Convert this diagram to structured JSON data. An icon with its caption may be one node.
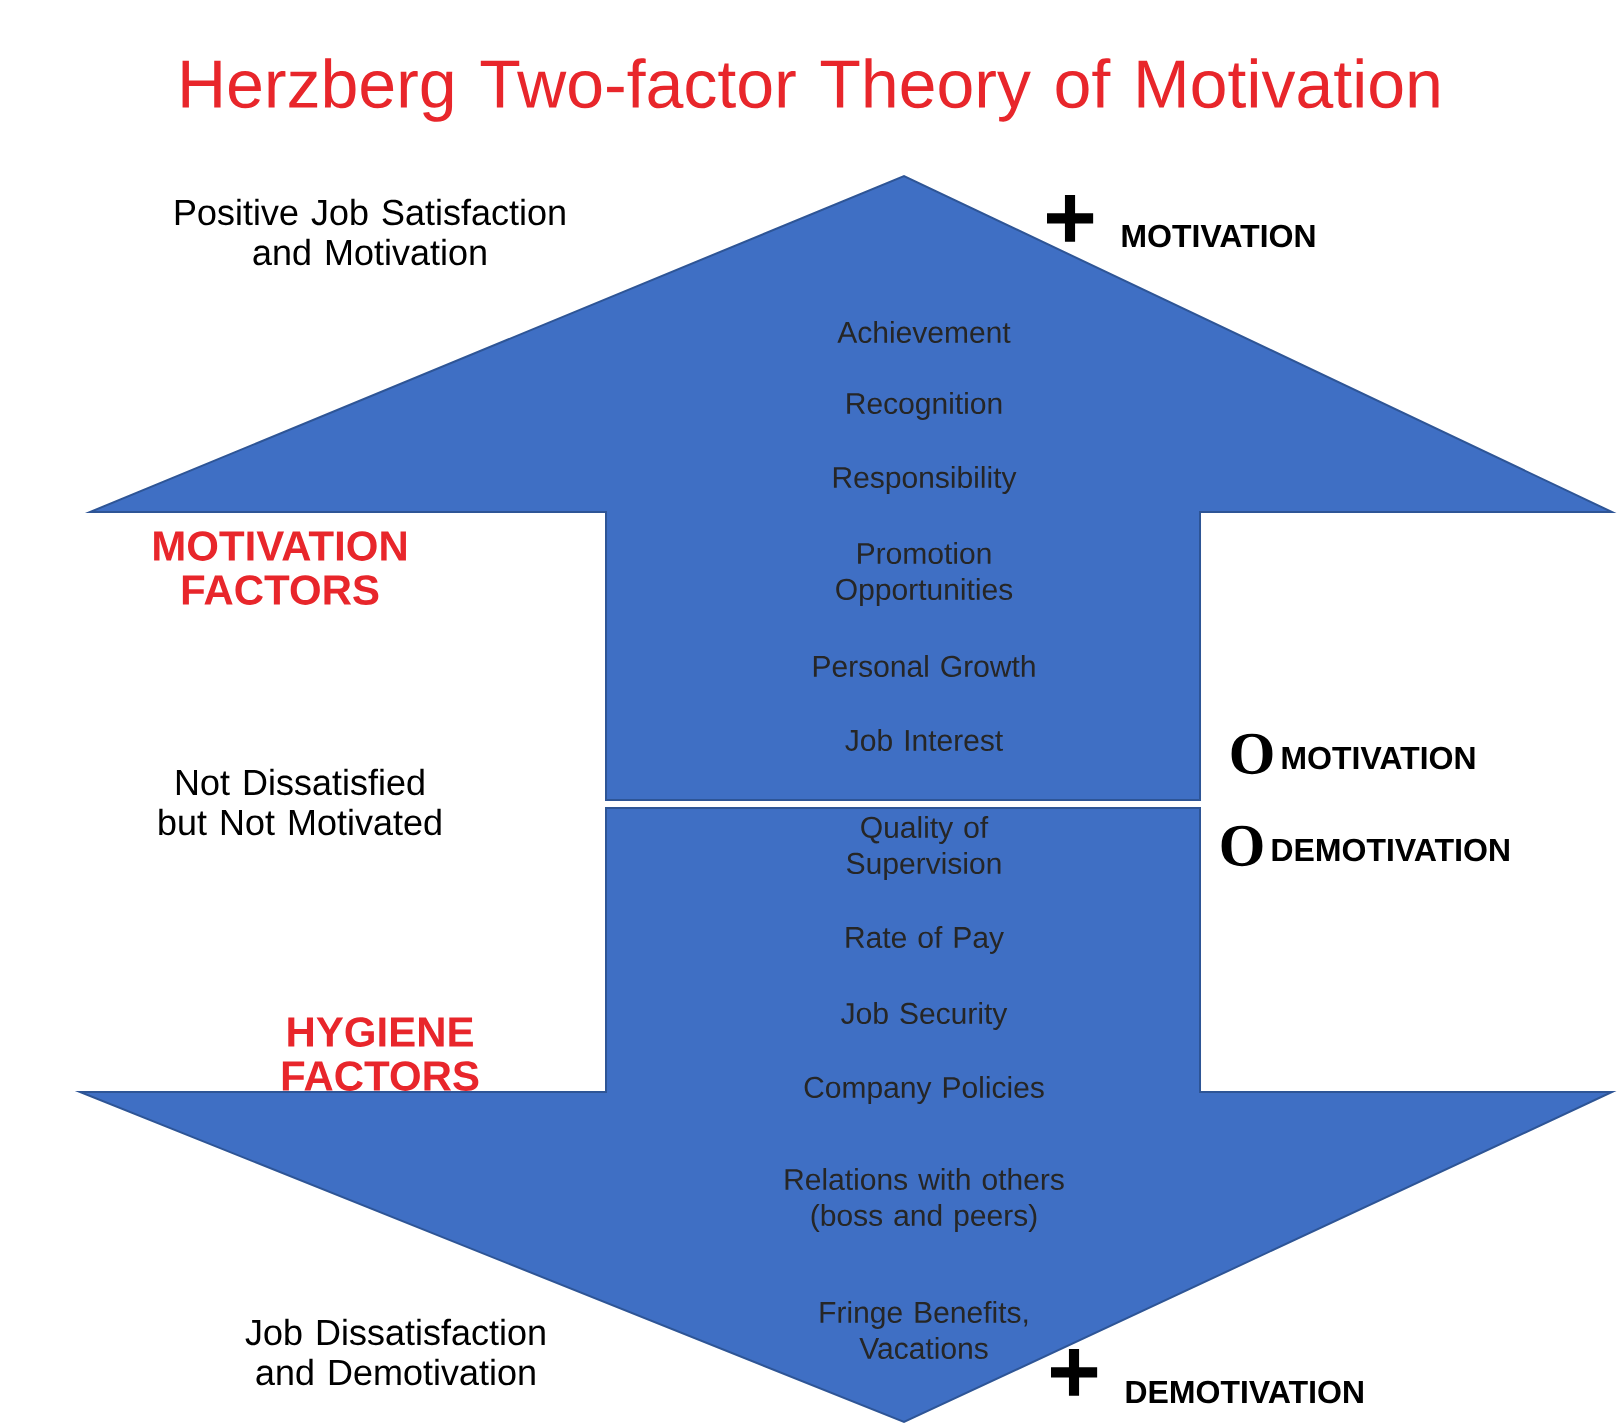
{
  "diagram": {
    "title": "Herzberg Two-factor Theory of Motivation",
    "nodes": [
      {
        "text": [
          "Achievement",
          "Recognition",
          "Responsibility",
          "Promotion Opportunities",
          "Personal Growth",
          "Job Interest"
        ]
      },
      {
        "text": [
          "Quality of Supervision",
          "Rate of Pay",
          "Job Security",
          "Company Policies",
          "Relations with others (boss and peers)",
          "Fringe Benefits, Vacations"
        ]
      }
    ],
    "edges": [],
    "labels": [
      "Positive Job Satisfaction and Motivation",
      "+",
      "MOTIVATION",
      "MOTIVATION FACTORS",
      "Not Dissatisfied but Not Motivated",
      "O",
      "MOTIVATION",
      "O",
      "DEMOTIVATION",
      "HYGIENE FACTORS",
      "Job Dissatisfaction and Demotivation",
      "+",
      "DEMOTIVATION"
    ]
  }
}
